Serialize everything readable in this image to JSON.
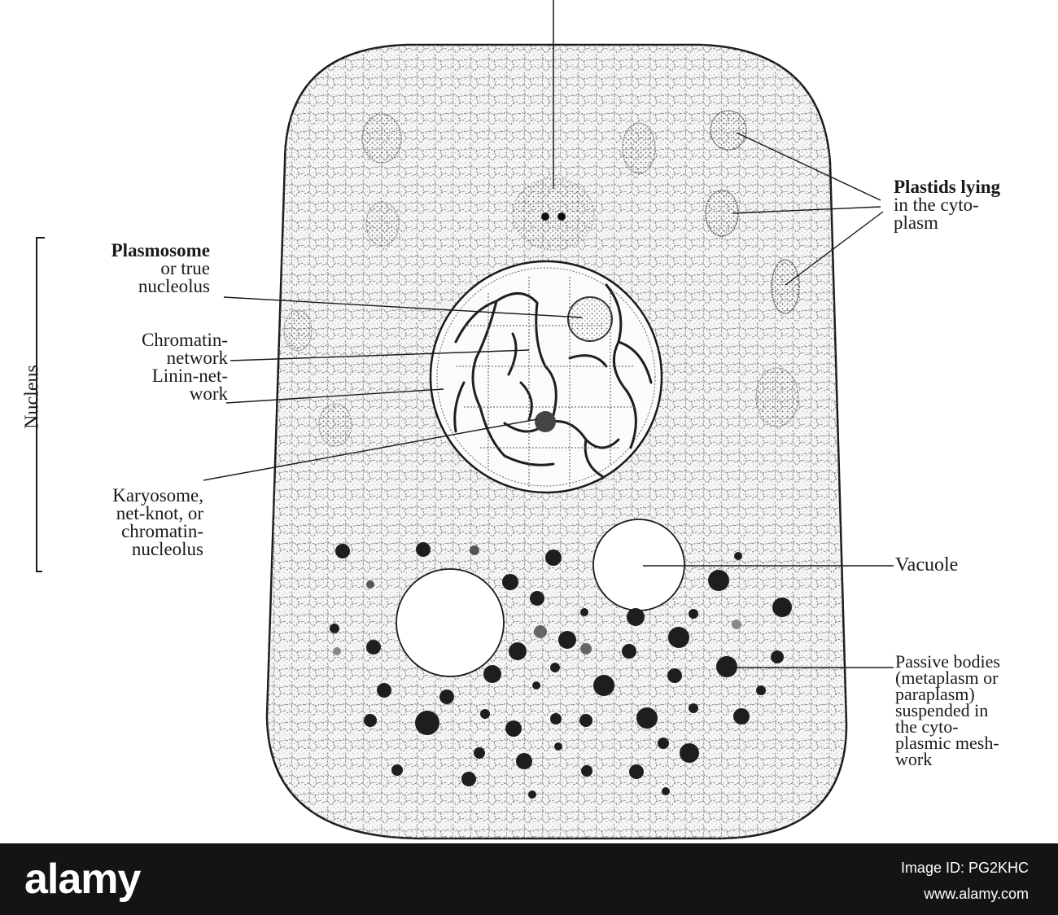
{
  "labels": {
    "plastids": [
      "Plastids lying",
      "in the cyto-",
      "plasm"
    ],
    "plasmosome": [
      "Plasmosome",
      "or true",
      "nucleolus"
    ],
    "chromatin": [
      "Chromatin-",
      "network"
    ],
    "linin": [
      "Linin-net-",
      "work"
    ],
    "karyosome": [
      "Karyosome,",
      "net-knot, or",
      "chromatin-",
      "nucleolus"
    ],
    "vacuole": "Vacuole",
    "passive": [
      "Passive bodies",
      "(metaplasm or",
      "paraplasm)",
      "suspended in",
      "the cyto-",
      "plasmic mesh-",
      "work"
    ],
    "nucleus_bracket": "Nucleus"
  },
  "footer": {
    "brand": "alamy",
    "image_id": "Image ID: PG2KHC",
    "site": "www.alamy.com"
  },
  "colors": {
    "ink": "#1a1a1a",
    "stipple": "#555555",
    "footer_bg": "#141414"
  }
}
